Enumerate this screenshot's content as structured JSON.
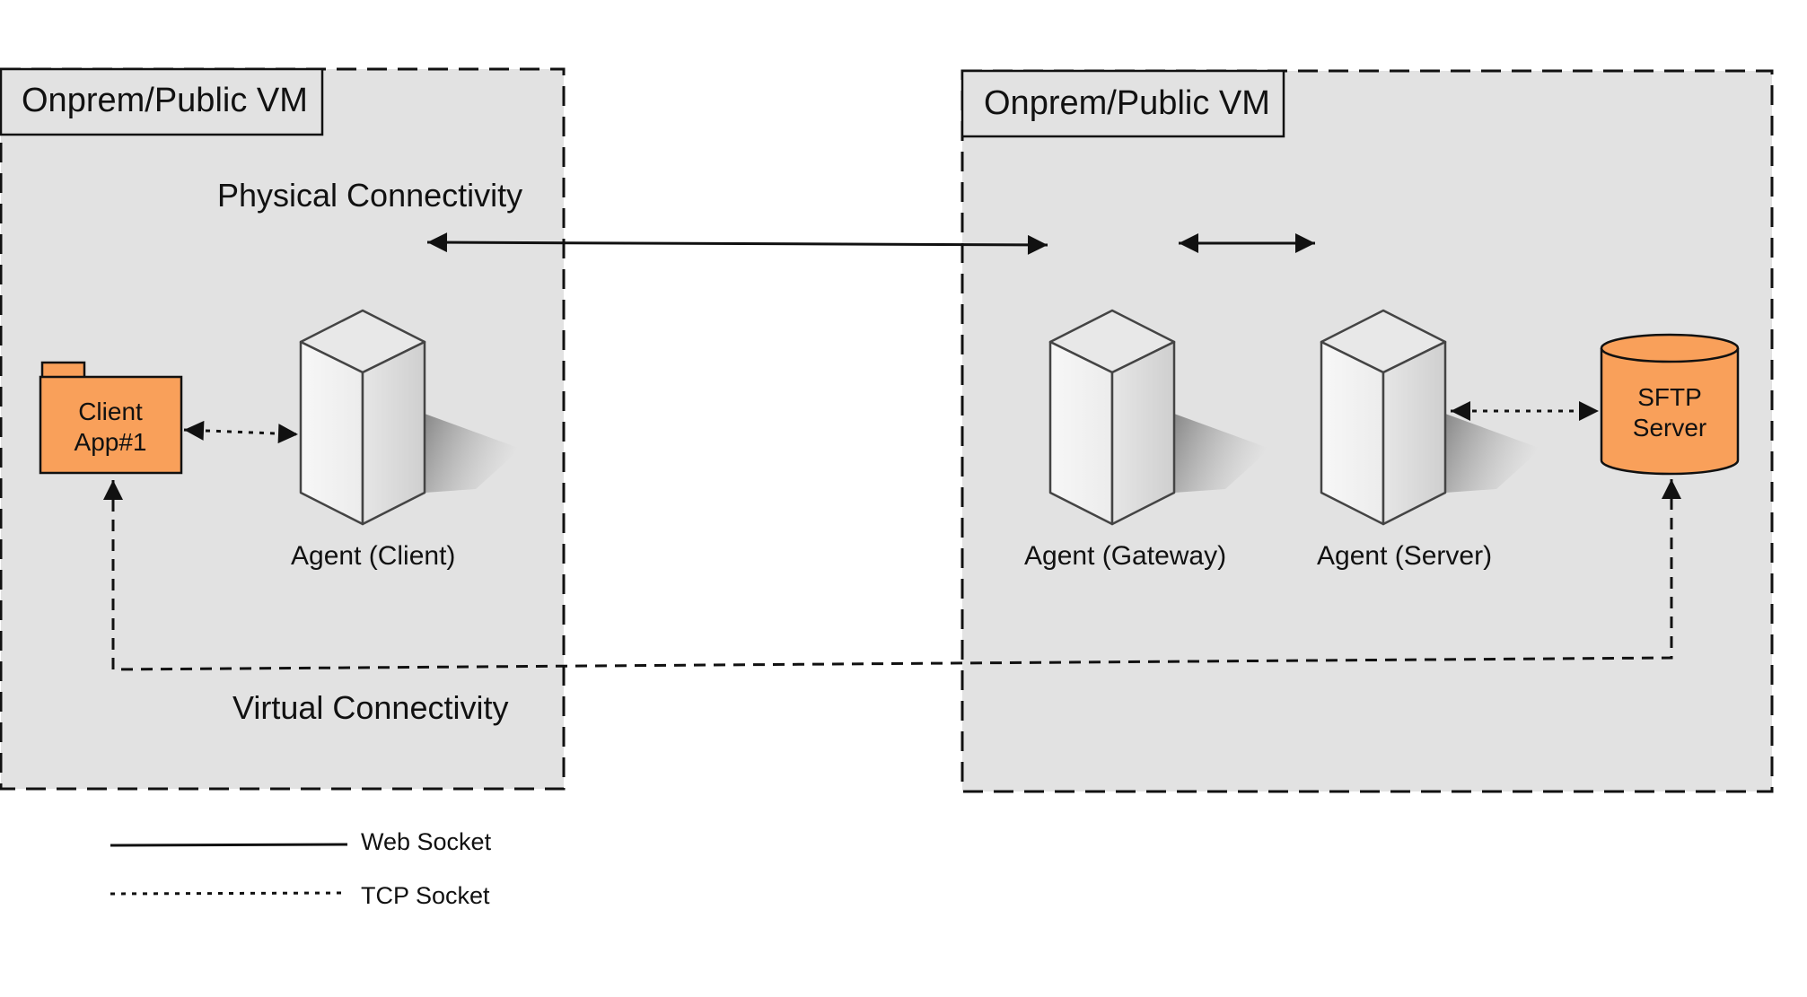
{
  "diagram": {
    "left_vm": {
      "title": "Onprem/Public VM"
    },
    "right_vm": {
      "title": "Onprem/Public VM"
    },
    "connectivity": {
      "physical": "Physical Connectivity",
      "virtual": "Virtual Connectivity"
    },
    "nodes": {
      "client_app": {
        "label": "Client App#1"
      },
      "agent_client": {
        "label": "Agent (Client)"
      },
      "agent_gateway": {
        "label": "Agent (Gateway)"
      },
      "agent_server": {
        "label": "Agent (Server)"
      },
      "sftp_server": {
        "label": "SFTP Server"
      }
    },
    "legend": {
      "web_socket": "Web Socket",
      "tcp_socket": "TCP Socket"
    },
    "colors": {
      "vm_fill": "#e2e2e2",
      "node_orange": "#f9a05a",
      "line": "#111111"
    }
  }
}
